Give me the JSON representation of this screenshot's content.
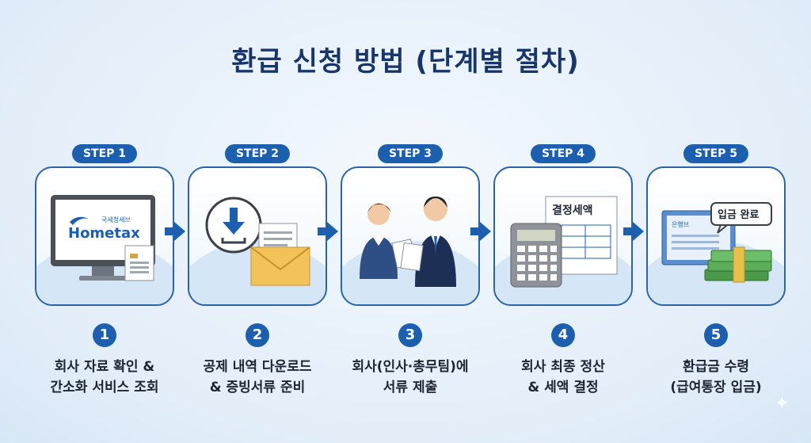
{
  "title": "환급 신청 방법 (단계별 절차)",
  "steps": [
    {
      "badge": "STEP 1",
      "number": "1",
      "line1": "회사 자료 확인 &",
      "line2": "간소화 서비스 조회",
      "icon": "monitor-hometax-icon",
      "logo_small": "국세청세브",
      "logo_big": "Hometax"
    },
    {
      "badge": "STEP 2",
      "number": "2",
      "line1": "공제 내역 다운로드",
      "line2": "& 증빙서류 준비",
      "icon": "download-envelope-icon"
    },
    {
      "badge": "STEP 3",
      "number": "3",
      "line1": "회사(인사·총무팀)에",
      "line2": "서류 제출",
      "icon": "people-handing-documents-icon"
    },
    {
      "badge": "STEP 4",
      "number": "4",
      "line1": "회사 최종 정산",
      "line2": "& 세액 결정",
      "icon": "calculator-form-icon",
      "card_text": "결정세액"
    },
    {
      "badge": "STEP 5",
      "number": "5",
      "line1": "환급금 수령",
      "line2": "(급여통장 입금)",
      "icon": "bankbook-money-icon",
      "bank_text": "은행브",
      "bubble": "입금 완료"
    }
  ],
  "colors": {
    "primary": "#1c5fae",
    "title": "#18366a",
    "text": "#1d2433"
  }
}
